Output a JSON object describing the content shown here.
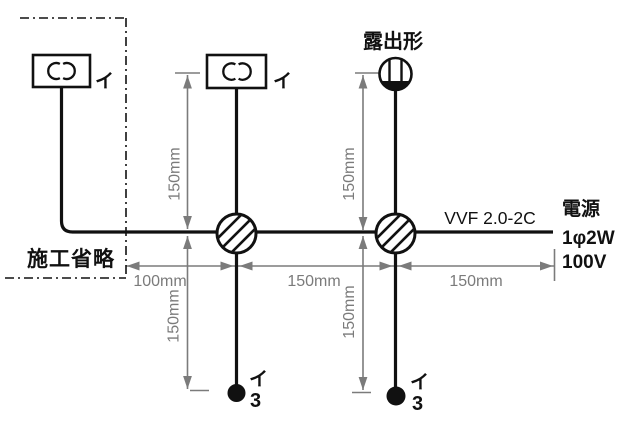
{
  "diagram_title": "wiring-practice-diagram",
  "labels": {
    "omitted_section": "施工省略",
    "exposed_type": "露出形",
    "cable_type": "VVF 2.0-2C",
    "power_title": "電源",
    "power_phase": "1φ2W",
    "power_voltage": "100V",
    "fixture_left": "イ",
    "fixture_middle": "イ",
    "switch_left_circuit": "イ",
    "switch_left_number": "3",
    "switch_right_circuit": "イ",
    "switch_right_number": "3"
  },
  "dimensions": {
    "top_left_vertical": "150mm",
    "bottom_left_vertical": "150mm",
    "top_right_vertical": "150mm",
    "bottom_right_vertical": "150mm",
    "left_horizontal": "100mm",
    "middle_horizontal": "150mm",
    "right_horizontal": "150mm"
  },
  "symbols": {
    "ceiling_rosette_square": "box-with-parentheses-icon",
    "ceiling_rosette_round_exposed": "circle-with-bars-icon",
    "junction_box": "hatched-circle-icon",
    "switch": "filled-dot-icon",
    "omitted_boundary": "dash-dot-border"
  },
  "colors": {
    "line": "#111111",
    "dimension": "#7b7b7b",
    "background": "#ffffff"
  }
}
